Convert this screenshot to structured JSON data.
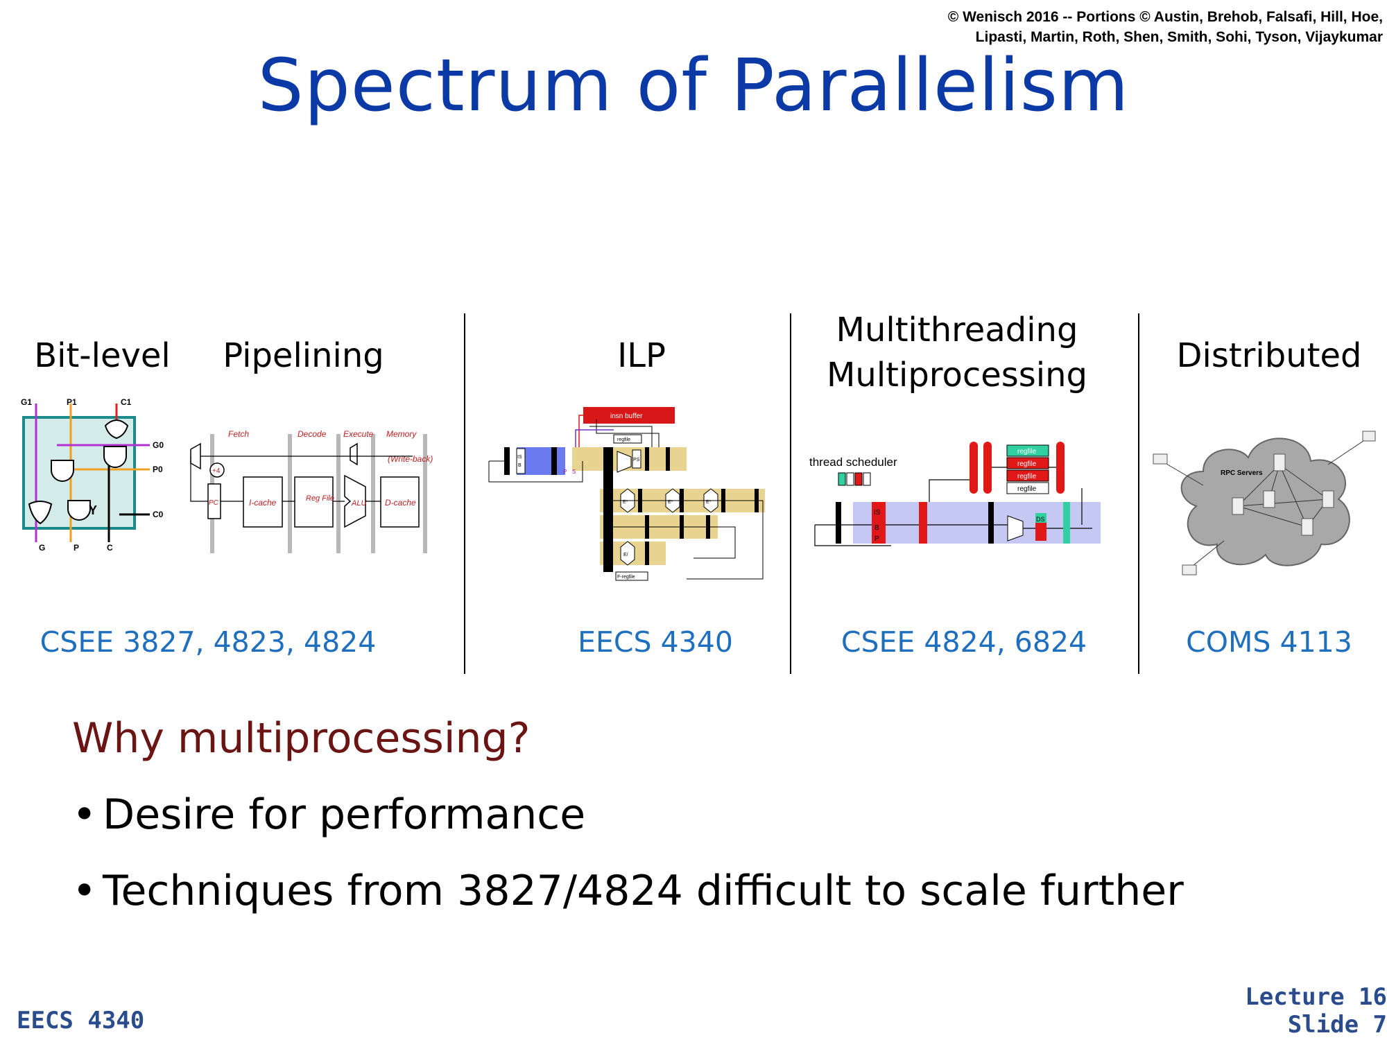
{
  "copyright": {
    "line1": "© Wenisch 2016 -- Portions © Austin, Brehob, Falsafi, Hill, Hoe,",
    "line2": "Lipasti, Martin, Roth, Shen, Smith, Sohi, Tyson, Vijaykumar"
  },
  "title": "Spectrum of Parallelism",
  "columns": {
    "bit_level": "Bit-level",
    "pipelining": "Pipelining",
    "ilp": "ILP",
    "multithreading": "Multithreading",
    "multiprocessing": "Multiprocessing",
    "distributed": "Distributed"
  },
  "courses": {
    "c1": "CSEE 3827, 4823, 4824",
    "c2": "EECS 4340",
    "c3": "CSEE 4824, 6824",
    "c4": "COMS 4113"
  },
  "diagrams": {
    "adder": {
      "g1": "G1",
      "p1": "P1",
      "c1": "C1",
      "g0": "G0",
      "p0": "P0",
      "c0": "C0",
      "y": "Y",
      "g": "G",
      "p": "P",
      "c": "C"
    },
    "pipeline": {
      "fetch": "Fetch",
      "decode": "Decode",
      "execute": "Execute",
      "memory": "Memory",
      "writeback": "(Write-back)",
      "pc": "PC",
      "plus4": "+4",
      "icache": "I-cache",
      "regfile": "Reg File",
      "alu": "ALU",
      "dcache": "D-cache"
    },
    "ilp": {
      "insn_buffer": "insn buffer",
      "regfile": "regfile",
      "fregfile": "F-regfile",
      "is": "IS",
      "b": "B",
      "p": "P",
      "s": "S",
      "ps": "PS",
      "e": "E*",
      "ef": "E/"
    },
    "mt": {
      "scheduler": "thread scheduler",
      "regfile": "regfile",
      "is": "IS",
      "b": "B",
      "p": "P",
      "ds": "DS"
    },
    "dist": {
      "rpc": "RPC Servers"
    }
  },
  "question": "Why multiprocessing?",
  "bullets": [
    "Desire for performance",
    "Techniques from 3827/4824 difficult to scale further"
  ],
  "footer": {
    "course": "EECS 4340",
    "lecture": "Lecture 16",
    "slide": "Slide 7"
  }
}
